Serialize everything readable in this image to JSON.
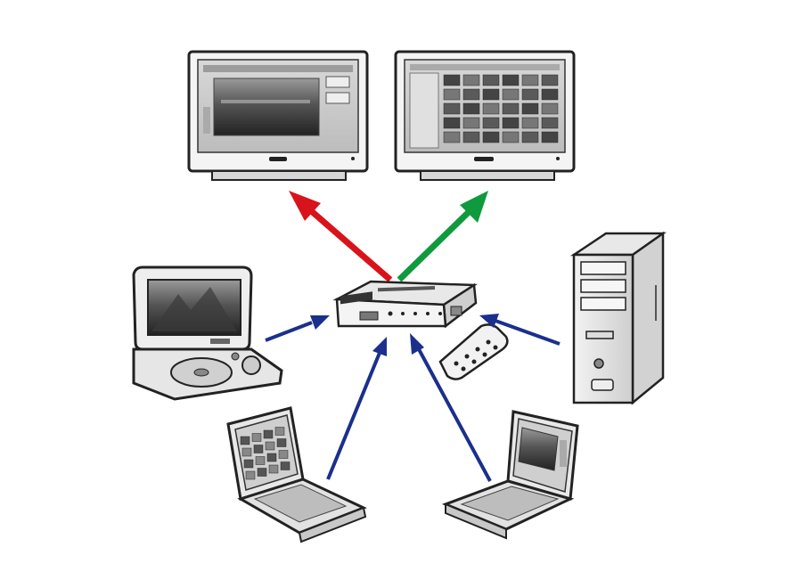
{
  "diagram": {
    "type": "hdmi-switch-topology",
    "outputs": [
      {
        "device": "monitor",
        "screen_content": "photo-viewer",
        "arrow_color": "#d9131b"
      },
      {
        "device": "monitor",
        "screen_content": "thumbnail-grid",
        "arrow_color": "#0f9a3e"
      }
    ],
    "inputs": [
      {
        "device": "portable-dvd-player",
        "arrow_color": "#1b2f8c"
      },
      {
        "device": "laptop",
        "screen_content": "thumbnail-grid",
        "arrow_color": "#1b2f8c"
      },
      {
        "device": "laptop",
        "screen_content": "photo-viewer",
        "arrow_color": "#1b2f8c"
      },
      {
        "device": "tower-pc",
        "arrow_color": "#1b2f8c"
      }
    ],
    "hub": {
      "device": "hdmi-switch",
      "accessory": "remote-control"
    },
    "icons": [
      "monitor-icon",
      "dvd-player-icon",
      "laptop-icon",
      "tower-pc-icon",
      "hdmi-switch-icon",
      "remote-control-icon"
    ]
  }
}
